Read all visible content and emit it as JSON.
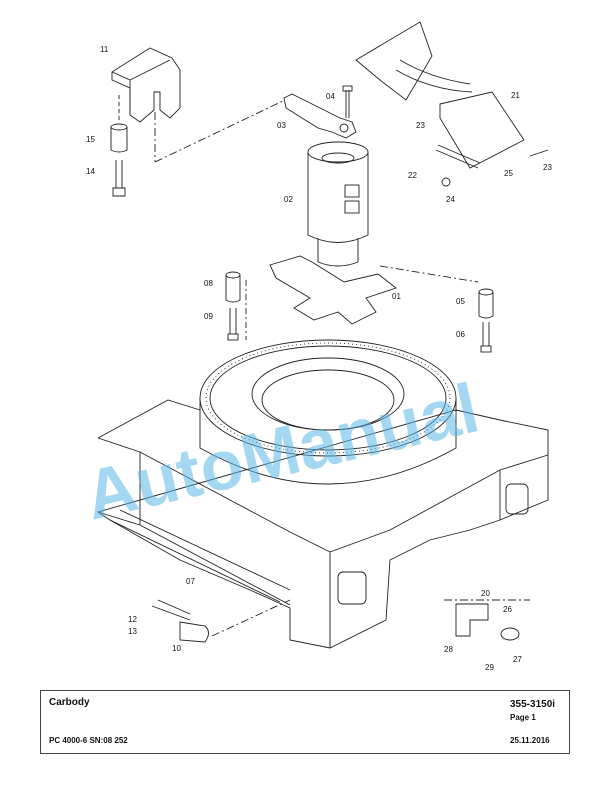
{
  "watermark": "AutoManual",
  "title_block": {
    "title": "Carbody",
    "doc_number": "355-3150i",
    "page": "Page 1",
    "model": "PC 4000-6 SN:08 252",
    "date": "25.11.2016"
  },
  "callouts": [
    "01",
    "02",
    "03",
    "04",
    "05",
    "06",
    "07",
    "08",
    "09",
    "10",
    "11",
    "12",
    "13",
    "14",
    "15",
    "20",
    "21",
    "22",
    "23",
    "23",
    "24",
    "25",
    "26",
    "27",
    "28",
    "29"
  ]
}
